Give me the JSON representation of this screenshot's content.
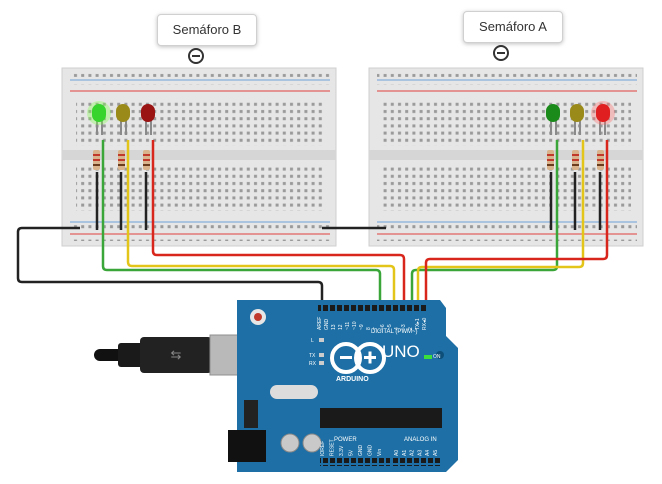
{
  "circuit": {
    "label_b": "Semáforo B",
    "label_a": "Semáforo A"
  },
  "board": {
    "logo_text": "ARDUINO",
    "model": "UNO",
    "digital_header": "DIGITAL (PWM~)",
    "power_header": "POWER",
    "analog_header": "ANALOG IN",
    "on_label": "ON",
    "led_l": "L",
    "led_tx": "TX",
    "led_rx": "RX",
    "digital_pins": [
      "AREF",
      "GND",
      "13",
      "12",
      "~11",
      "~10",
      "~9",
      "8",
      "7",
      "~6",
      "~5",
      "4",
      "~3",
      "2",
      "TX▸1",
      "RX◂0"
    ],
    "power_pins": [
      "IOREF",
      "RESET",
      "3.3V",
      "5V",
      "GND",
      "GND",
      "Vin"
    ],
    "analog_pins": [
      "A0",
      "A1",
      "A2",
      "A3",
      "A4",
      "A5"
    ]
  },
  "colors": {
    "wire_black": "#222222",
    "wire_green": "#3aa63a",
    "wire_yellow": "#e3c51a",
    "wire_red": "#d9261c",
    "board_blue": "#1d6fa5",
    "breadboard": "#e6e6e6"
  },
  "leds": {
    "semaforo_b": [
      "green",
      "yellow",
      "red"
    ],
    "semaforo_a": [
      "green",
      "yellow",
      "red"
    ]
  }
}
